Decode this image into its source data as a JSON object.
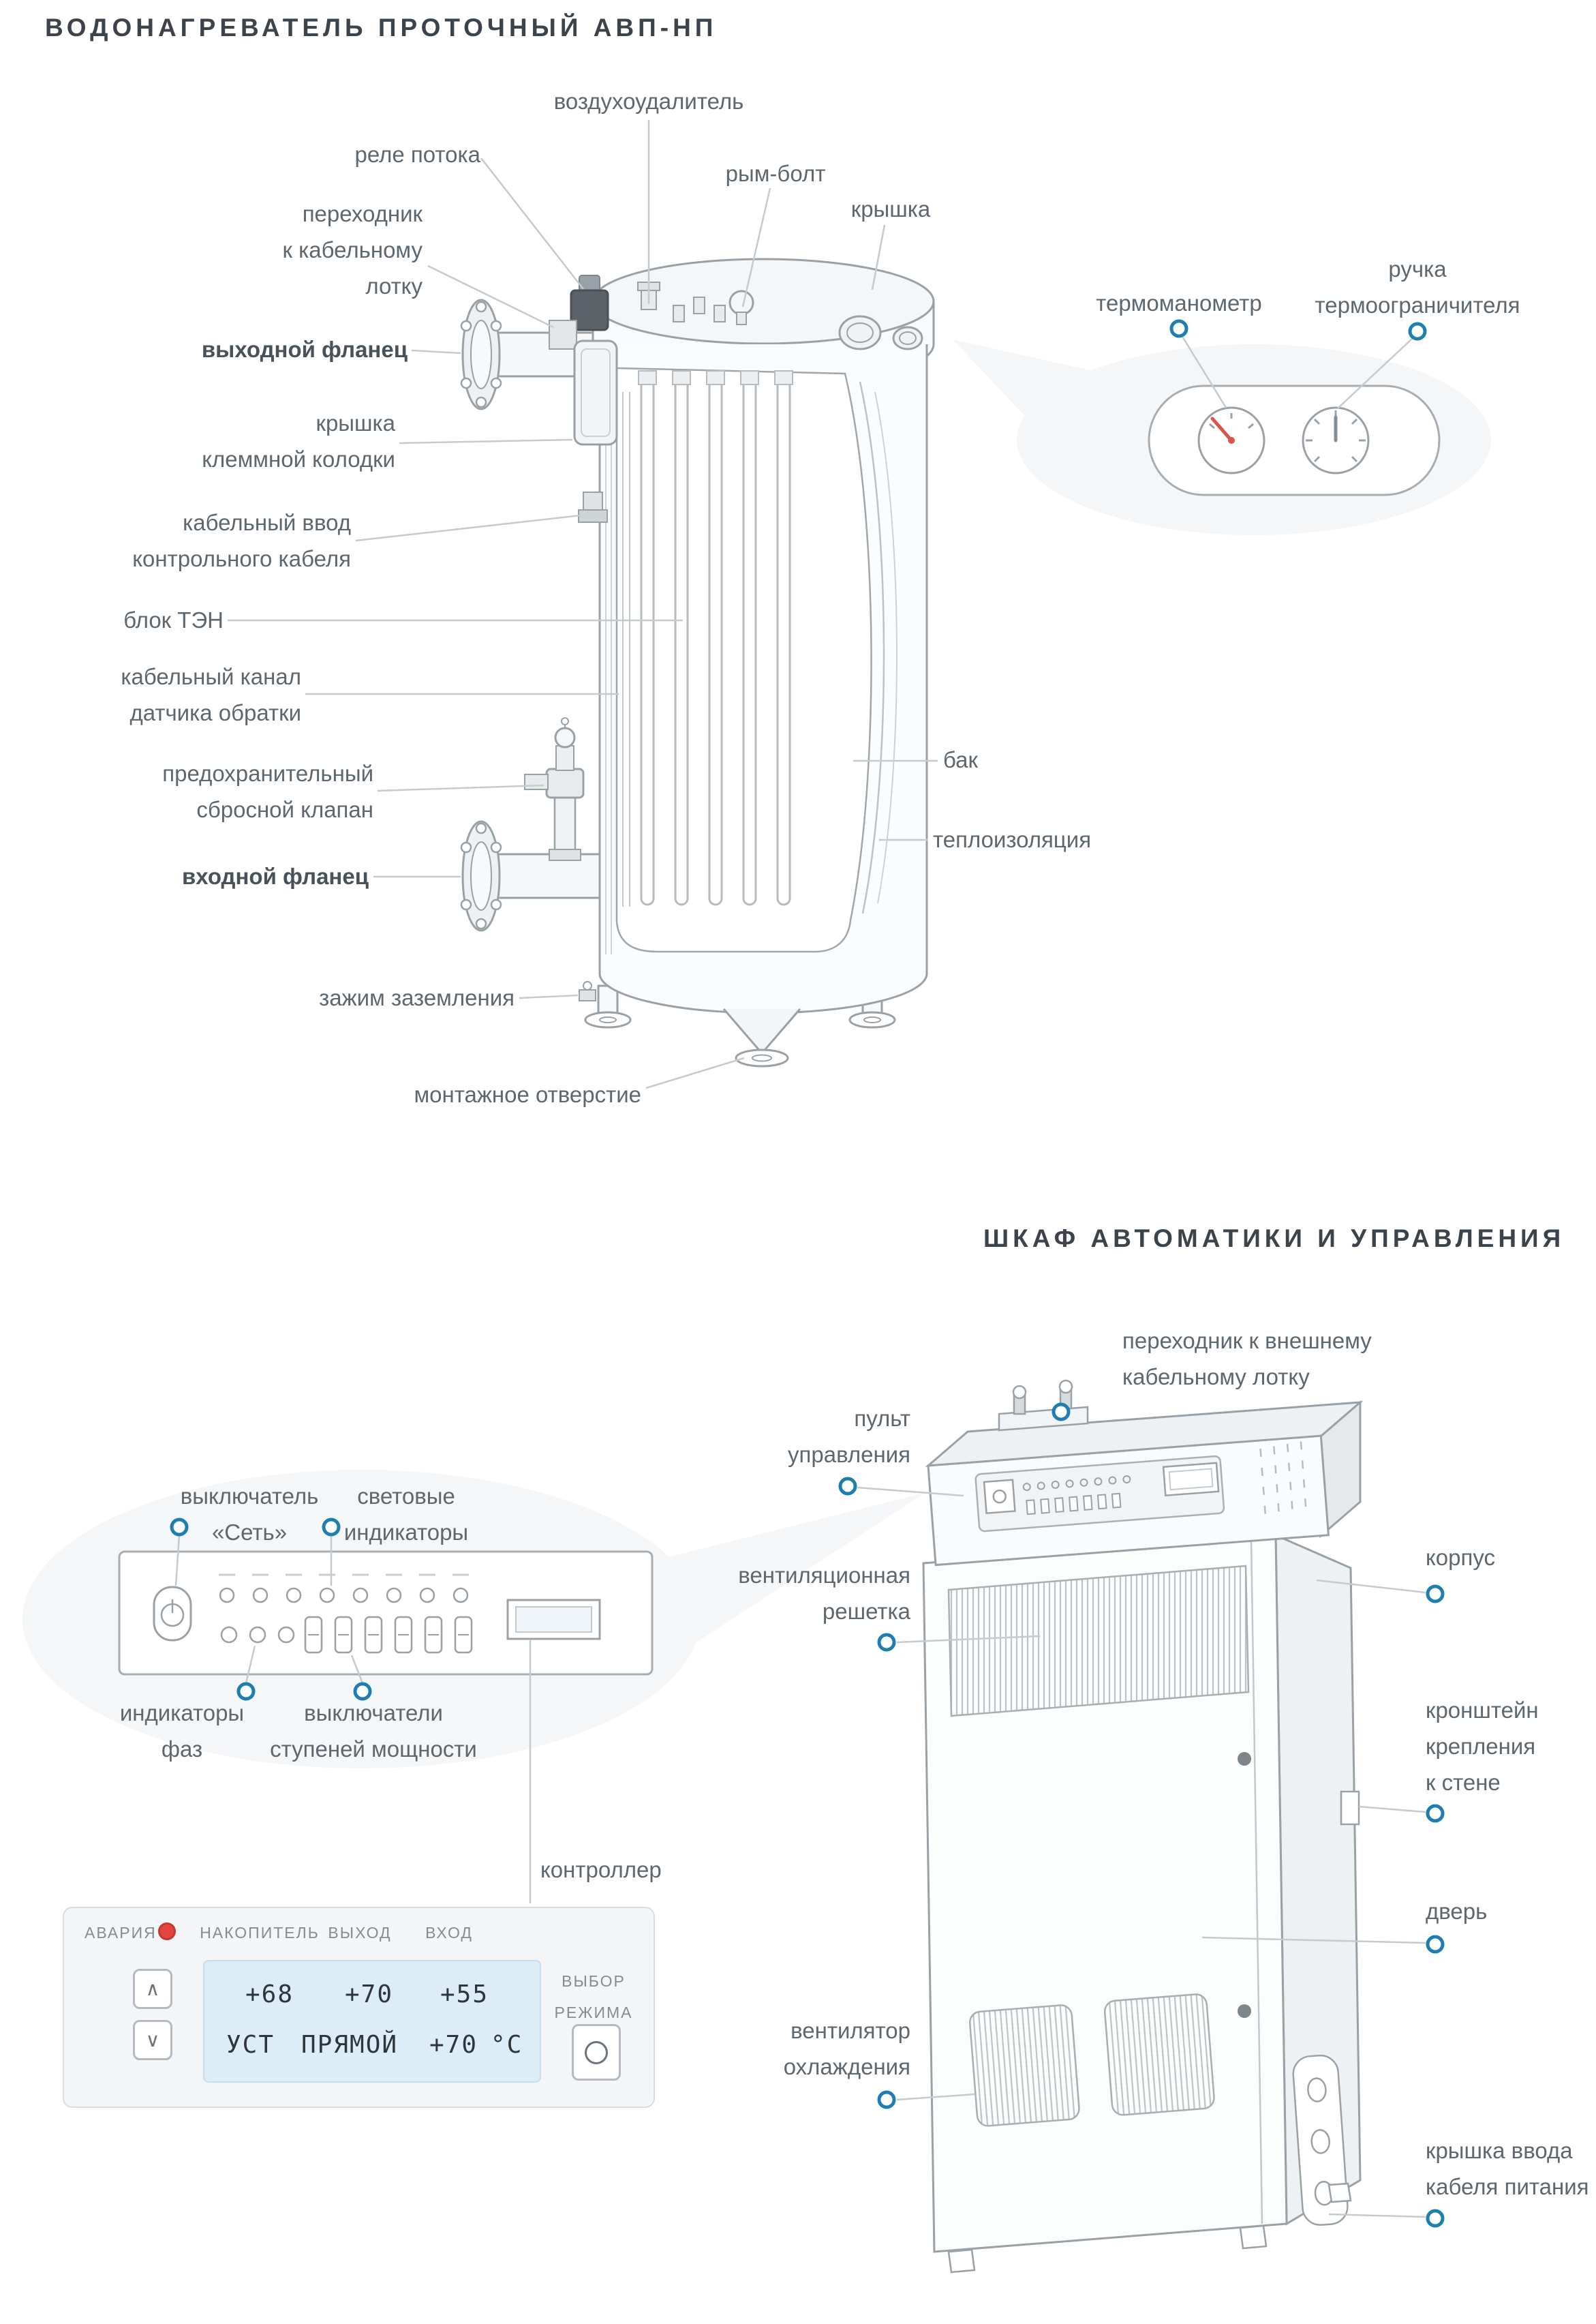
{
  "titles": {
    "heater": "ВОДОНАГРЕВАТЕЛЬ ПРОТОЧНЫЙ АВП-НП",
    "cabinet": "ШКАФ АВТОМАТИКИ И УПРАВЛЕНИЯ"
  },
  "heater": {
    "labels": {
      "air_vent": "воздухоудалитель",
      "flow_relay": "реле потока",
      "cable_tray_adapter": "переходник\nк кабельному\nлотку",
      "outlet_flange": "выходной фланец",
      "terminal_cover": "крышка\nклеммной колодки",
      "control_cable_entry": "кабельный ввод\nконтрольного кабеля",
      "heating_block": "блок ТЭН",
      "return_sensor_duct": "кабельный канал\nдатчика обратки",
      "safety_valve": "предохранительный\nсбросной клапан",
      "inlet_flange": "входной фланец",
      "ground_clamp": "зажим заземления",
      "mounting_hole": "монтажное отверстие",
      "eye_bolt": "рым-болт",
      "lid": "крышка",
      "tank": "бак",
      "insulation": "теплоизоляция",
      "thermomanometer": "термоманометр",
      "limiter_handle": "ручка\nтермоограничителя"
    }
  },
  "cabinet": {
    "labels": {
      "external_tray_adapter": "переходник к внешнему\nкабельному лотку",
      "control_panel": "пульт\nуправления",
      "vent_grille": "вентиляционная\nрешетка",
      "body": "корпус",
      "wall_bracket": "кронштейн\nкрепления\nк стене",
      "door": "дверь",
      "cooling_fan": "вентилятор\nохлаждения",
      "power_cable_cover": "крышка ввода\nкабеля питания",
      "controller": "контроллер"
    },
    "panel_labels": {
      "power_switch": "выключатель\n«Сеть»",
      "light_indicators": "световые\nиндикаторы",
      "phase_indicators": "индикаторы\nфаз",
      "stage_switches": "выключатели\nступеней мощности"
    }
  },
  "controller": {
    "alarm_label": "АВАРИЯ",
    "columns": [
      "НАКОПИТЕЛЬ",
      "ВЫХОД",
      "ВХОД"
    ],
    "values": [
      "+68",
      "+70",
      "+55"
    ],
    "row2": {
      "set_label": "УСТ",
      "mode": "ПРЯМОЙ",
      "set_value": "+70",
      "unit": "°С"
    },
    "mode_select": "ВЫБОР\nРЕЖИМА",
    "up_glyph": "∧",
    "down_glyph": "∨"
  },
  "colors": {
    "accent_blue": "#1e7eb0",
    "alarm_red": "#e2453e"
  }
}
